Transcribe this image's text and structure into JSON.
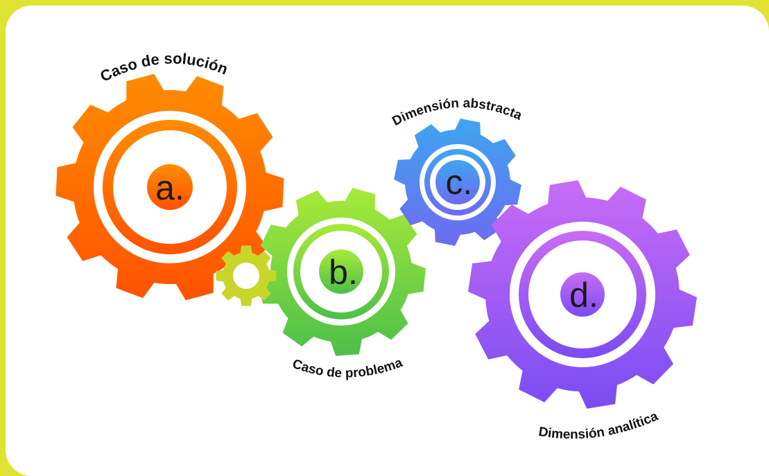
{
  "colors": {
    "background_frame": "#e2e234",
    "card": "#ffffff",
    "gear_a": [
      "#ff8c00",
      "#ff5a00"
    ],
    "gear_b": [
      "#a8e83a",
      "#4fc14a"
    ],
    "gear_c": [
      "#3ea0f0",
      "#6a6ef0"
    ],
    "gear_d": [
      "#c86af5",
      "#7c4df2"
    ],
    "small_gear": "#c8d62a"
  },
  "gears": [
    {
      "id": "a",
      "letter": "a.",
      "label": "Caso de solución"
    },
    {
      "id": "b",
      "letter": "b.",
      "label": "Caso de problema"
    },
    {
      "id": "c",
      "letter": "c.",
      "label": "Dimensión abstracta"
    },
    {
      "id": "d",
      "letter": "d.",
      "label": "Dimensión analítica"
    }
  ],
  "icons": {
    "small_gear": "gear-icon"
  }
}
